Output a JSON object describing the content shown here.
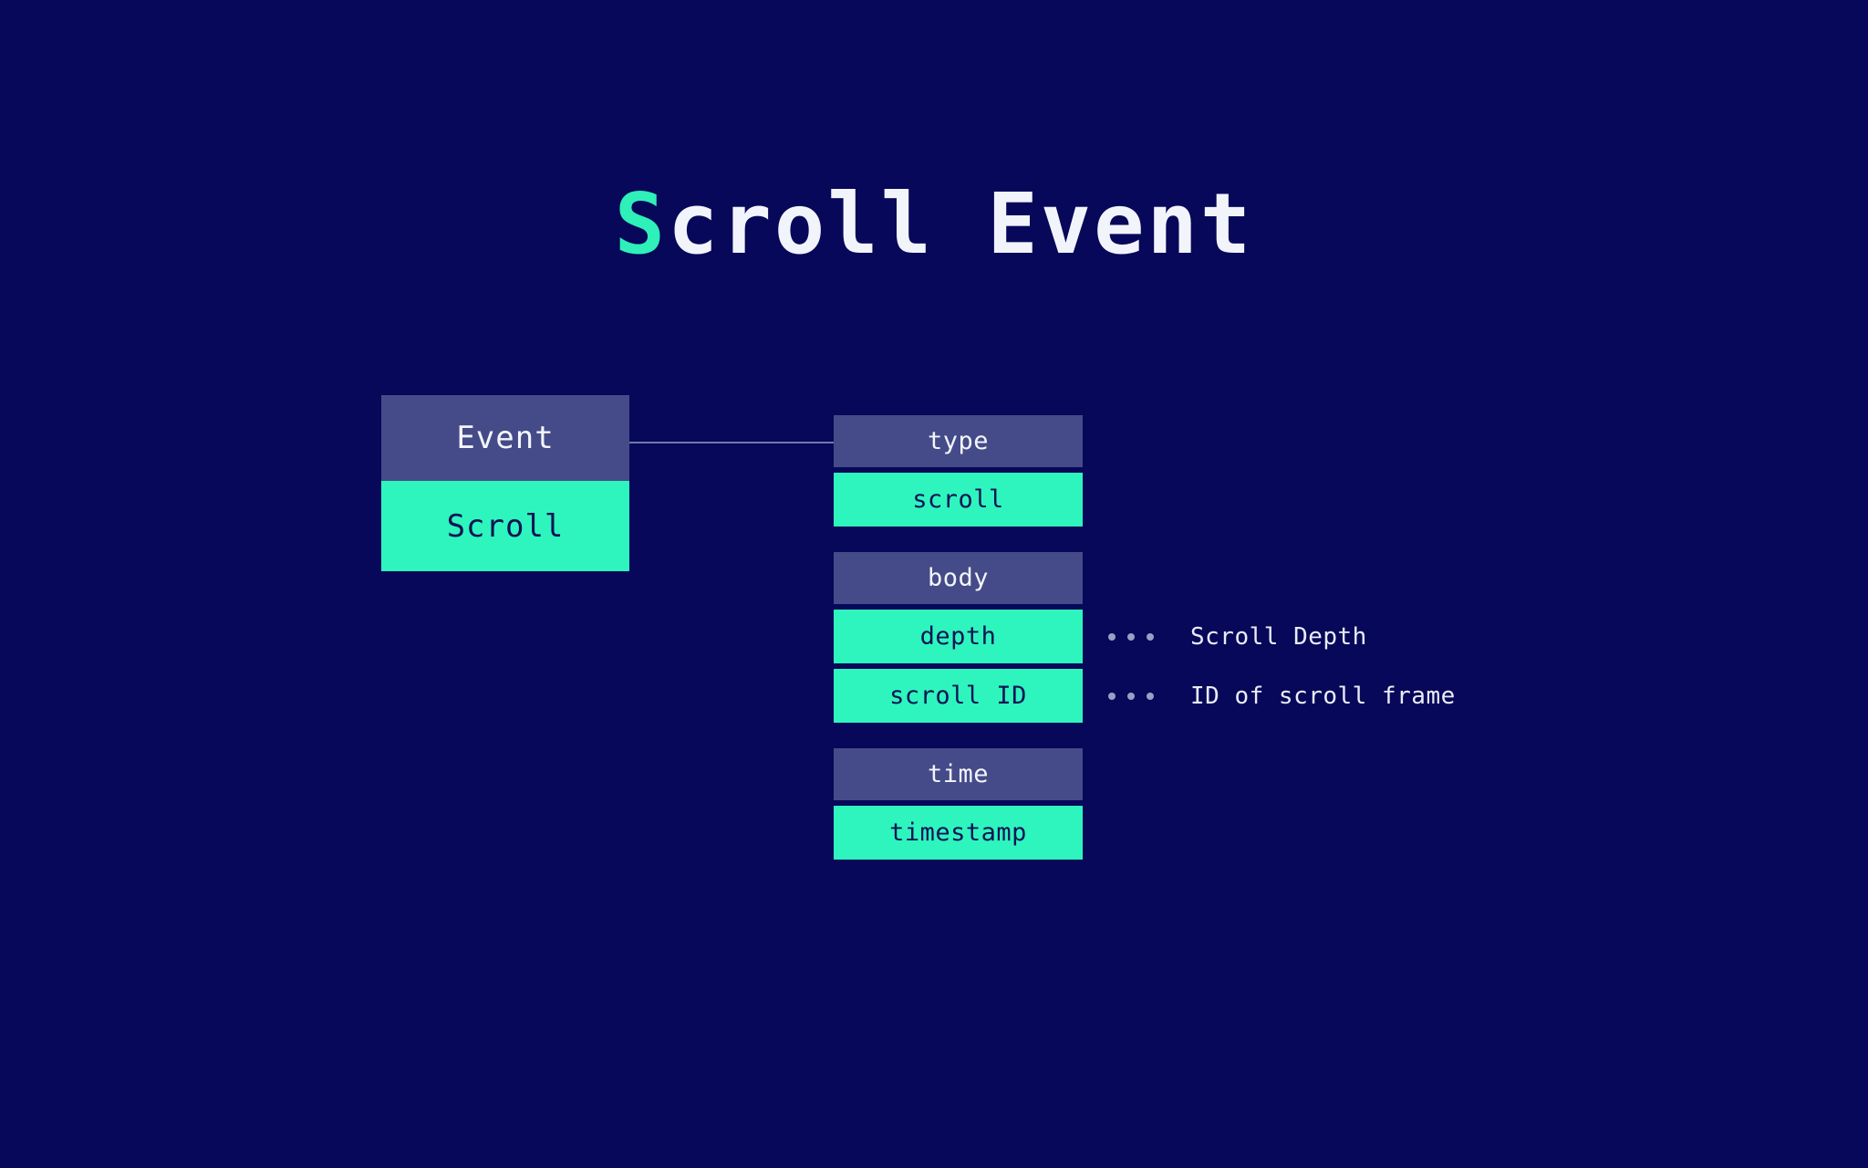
{
  "slide": {
    "background_color": "#070859",
    "title": {
      "accent_char": "S",
      "rest": "croll Event",
      "full_text": "Scroll Event",
      "accent_color": "#2ef0b8",
      "text_color": "#f2f4fb"
    }
  },
  "palette": {
    "key_box": "#454b88",
    "value_box": "#2ef5bd",
    "key_text": "#f3f5fb",
    "value_text": "#101356",
    "connector": "#6f77ad",
    "dot": "#98a0c6",
    "annotation_text": "#e9ecf6"
  },
  "root_node": {
    "key_label": "Event",
    "value_label": "Scroll"
  },
  "fields": [
    {
      "key": "type",
      "values": [
        {
          "label": "scroll",
          "annotation": null
        }
      ]
    },
    {
      "key": "body",
      "values": [
        {
          "label": "depth",
          "annotation": "Scroll Depth"
        },
        {
          "label": "scroll ID",
          "annotation": "ID of scroll frame"
        }
      ]
    },
    {
      "key": "time",
      "values": [
        {
          "label": "timestamp",
          "annotation": null
        }
      ]
    }
  ],
  "annotations": [
    {
      "id": "depth",
      "dots": "...",
      "text": "Scroll Depth"
    },
    {
      "id": "scrollid",
      "dots": "...",
      "text": "ID of scroll frame"
    }
  ],
  "icons": {
    "ellipsis": "ellipsis-icon",
    "connector": "connector-line"
  }
}
